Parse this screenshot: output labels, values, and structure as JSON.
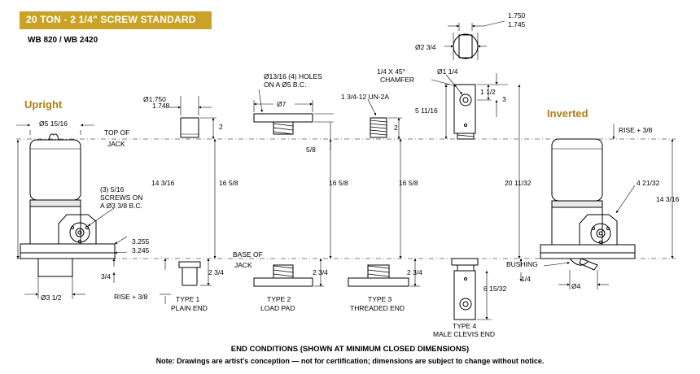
{
  "header": {
    "title": "20 TON - 2 1/4\" SCREW STANDARD",
    "model": "WB 820 / WB 2420"
  },
  "views": {
    "upright": "Upright",
    "inverted": "Inverted"
  },
  "reference": {
    "top_of_jack": [
      "TOP OF",
      "JACK"
    ],
    "base_of_jack": [
      "BASE OF",
      "JACK"
    ]
  },
  "dimensions": {
    "body_dia": "Ø5 15/16",
    "bolt_note": [
      "(3) 5/16",
      "SCREWS ON",
      "A Ø3 3/8 B.C."
    ],
    "upright_height": "14 3/16",
    "flange_3255": "3.255",
    "flange_3245": "3.245",
    "flange_3_4": "3/4",
    "base_dia": "Ø3 1/2",
    "rise_upright": "RISE + 3/8",
    "plain_dia_a": "Ø1.750",
    "plain_dia_b": "1.748",
    "plain_2": "2",
    "plain_234": "2 3/4",
    "type1_h": "16 5/8",
    "pad_holes": [
      "Ø13/16 (4) HOLES",
      "ON A Ø5 B.C."
    ],
    "pad_dia": "Ø7",
    "pad_58": "5/8",
    "type2_h": "16 5/8",
    "pad_234": "2 3/4",
    "thread_spec": "1 3/4-12 UN-2A",
    "thread_2": "2",
    "type3_h": "16 5/8",
    "thread_234": "2 3/4",
    "clevis_top_a": "1.750",
    "clevis_top_b": "1.745",
    "clevis_dia": "Ø2 3/4",
    "chamfer": [
      "1/4 X 45°",
      "CHAMFER"
    ],
    "clevis_pin": "Ø1 1/4",
    "clevis_112": "1 1/2",
    "clevis_3": "3",
    "clevis_511": "5 11/16",
    "type4_h": "20 11/32",
    "clevis_615": "6 15/32",
    "rise_inverted": "RISE + 3/8",
    "inv_421": "4 21/32",
    "inv_height": "14 3/16",
    "bushing": "BUSHING",
    "bushing_14": "1/4",
    "inv_dia": "Ø4"
  },
  "types": [
    {
      "line1": "TYPE 1",
      "line2": "PLAIN END"
    },
    {
      "line1": "TYPE 2",
      "line2": "LOAD PAD"
    },
    {
      "line1": "TYPE 3",
      "line2": "THREADED END"
    },
    {
      "line1": "TYPE 4",
      "line2": "MALE CLEVIS END"
    }
  ],
  "footer": {
    "end_conditions": "END CONDITIONS (SHOWN AT MINIMUM CLOSED DIMENSIONS)",
    "note": "Note: Drawings are artist's conception — not for certification; dimensions are subject to change without notice."
  },
  "colors": {
    "header_bg": "#c9a227",
    "view_title": "#b07d12"
  }
}
